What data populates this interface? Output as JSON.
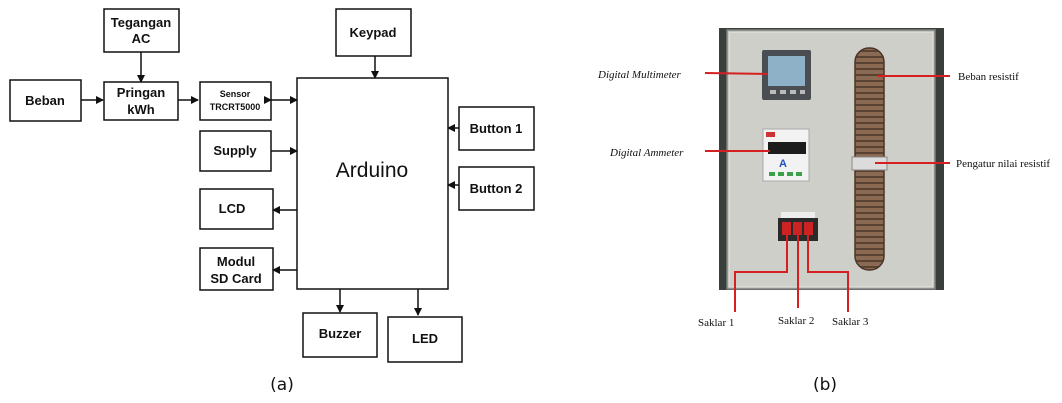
{
  "diagram_a": {
    "caption": "(a)",
    "blocks": {
      "tegangan_line1": "Tegangan",
      "tegangan_line2": "AC",
      "keypad": "Keypad",
      "beban": "Beban",
      "pringan_line1": "Pringan",
      "pringan_line2": "kWh",
      "sensor_line1": "Sensor",
      "sensor_line2": "TRCRT5000",
      "arduino": "Arduino",
      "button1": "Button 1",
      "button2": "Button 2",
      "supply": "Supply",
      "lcd": "LCD",
      "modul_line1": "Modul",
      "modul_line2": "SD Card",
      "buzzer": "Buzzer",
      "led": "LED"
    }
  },
  "photo_b": {
    "caption": "(b)",
    "labels": {
      "digital_multimeter": "Digital Multimeter",
      "digital_ammeter": "Digital Ammeter",
      "beban_resistif": "Beban resistif",
      "pengatur": "Pengatur nilai resistif",
      "saklar1": "Saklar 1",
      "saklar2": "Saklar 2",
      "saklar3": "Saklar 3"
    },
    "colors": {
      "panel": "#cfcfc9",
      "background": "#3a3f3c",
      "pointer": "#d42020",
      "resistor": "#8a6a52"
    }
  }
}
